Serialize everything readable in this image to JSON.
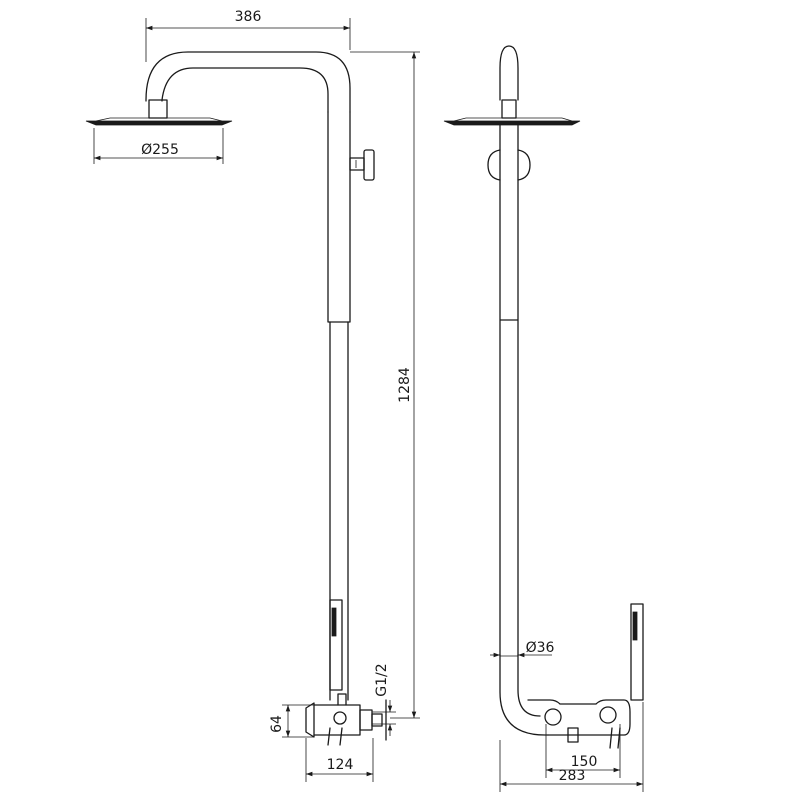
{
  "dimensions": {
    "arm_reach": "386",
    "head_diameter": "Ø255",
    "column_height": "1284",
    "inlet_thread": "G1/2",
    "mixer_height": "64",
    "mixer_width": "124",
    "pipe_diameter": "Ø36",
    "handset_offset": "150",
    "total_depth": "283"
  }
}
